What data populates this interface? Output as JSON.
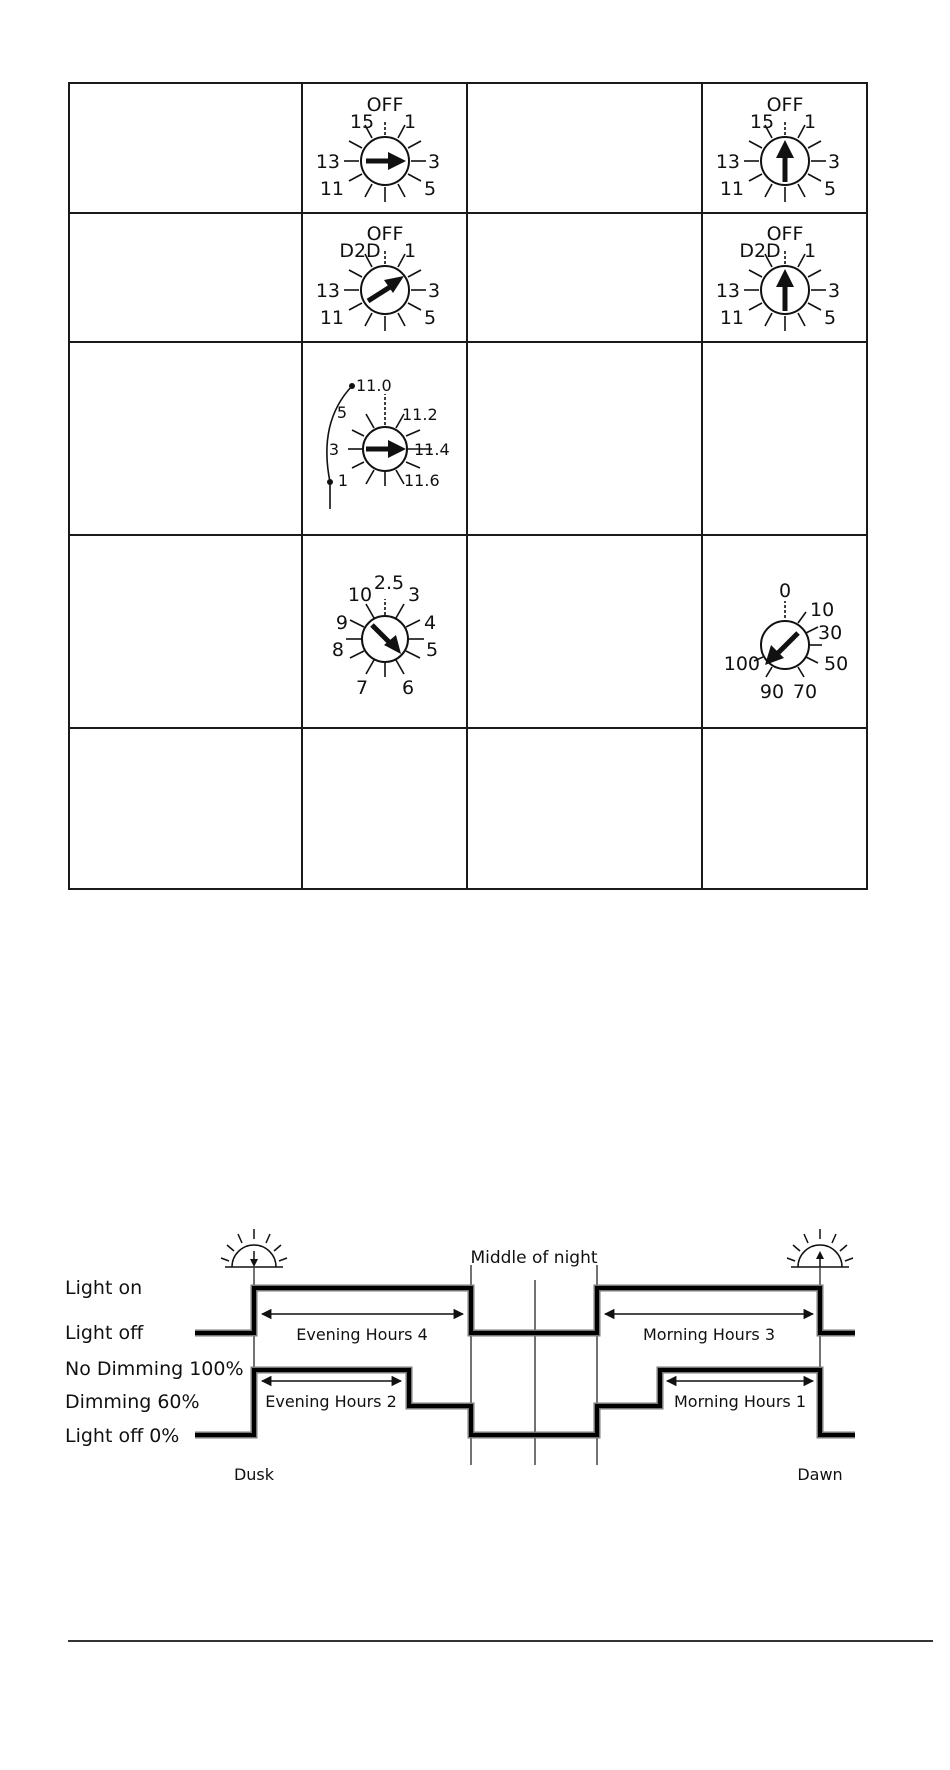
{
  "dials": {
    "dial_1": {
      "labels": [
        "OFF",
        "15",
        "1",
        "13",
        "3",
        "11",
        "5"
      ]
    },
    "dial_2": {
      "labels": [
        "OFF",
        "15",
        "1",
        "13",
        "3",
        "11",
        "5"
      ]
    },
    "dial_3": {
      "labels": [
        "OFF",
        "D2D",
        "1",
        "13",
        "3",
        "11",
        "5"
      ]
    },
    "dial_4": {
      "labels": [
        "OFF",
        "D2D",
        "1",
        "13",
        "3",
        "11",
        "5"
      ]
    },
    "dial_5": {
      "labels": [
        "11.0",
        "5",
        "11.2",
        "3",
        "11.4",
        "1",
        "11.6"
      ]
    },
    "dial_6": {
      "labels": [
        "2.5",
        "10",
        "3",
        "9",
        "4",
        "8",
        "5",
        "7",
        "6"
      ]
    },
    "dial_7": {
      "labels": [
        "0",
        "10",
        "30",
        "100",
        "50",
        "90",
        "70"
      ]
    }
  },
  "timing_chart": {
    "row_labels": [
      "Light on",
      "Light off",
      "No Dimming 100%",
      "Dimming 60%",
      "Light off 0%"
    ],
    "middle_label": "Middle of night",
    "evening_hours_4": "Evening Hours 4",
    "morning_hours_3": "Morning Hours 3",
    "evening_hours_2": "Evening Hours 2",
    "morning_hours_1": "Morning Hours 1",
    "dusk": "Dusk",
    "dawn": "Dawn"
  }
}
